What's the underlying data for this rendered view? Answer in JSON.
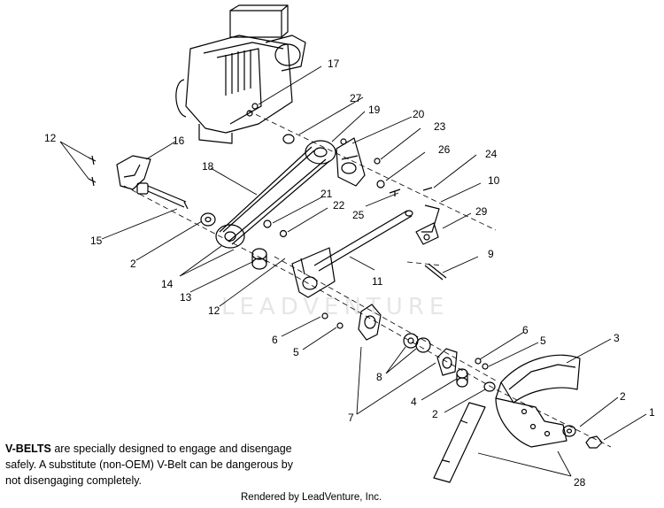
{
  "callouts": {
    "c1": "1",
    "c2a": "2",
    "c2b": "2",
    "c2c": "2",
    "c3": "3",
    "c4": "4",
    "c5a": "5",
    "c5b": "5",
    "c6a": "6",
    "c6b": "6",
    "c7": "7",
    "c8": "8",
    "c9": "9",
    "c10": "10",
    "c11": "11",
    "c12a": "12",
    "c12b": "12",
    "c13": "13",
    "c14": "14",
    "c15": "15",
    "c16": "16",
    "c17": "17",
    "c18": "18",
    "c19": "19",
    "c20": "20",
    "c21": "21",
    "c22": "22",
    "c23": "23",
    "c24": "24",
    "c25": "25",
    "c26": "26",
    "c27": "27",
    "c28": "28",
    "c29": "29"
  },
  "notice": {
    "bold": "V-BELTS",
    "text": " are specially designed to engage and disengage safely. A substitute (non-OEM) V-Belt can be dangerous by not disengaging completely."
  },
  "footer": "Rendered by LeadVenture, Inc.",
  "watermark": "LEADVENTURE"
}
